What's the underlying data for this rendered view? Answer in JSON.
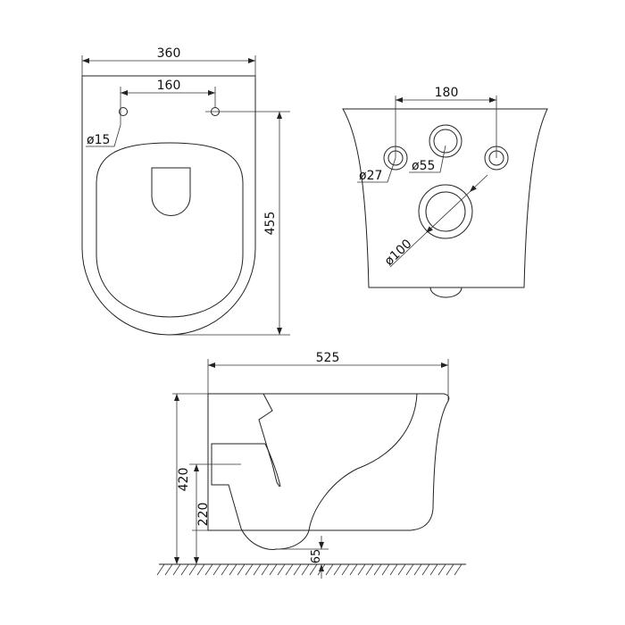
{
  "drawing": {
    "top_view": {
      "width": "360",
      "hole_spacing": "160",
      "hole_diameter": "ø15",
      "length": "455"
    },
    "front_view": {
      "pipe_spacing": "180",
      "inlet_diameter": "ø27",
      "flush_diameter": "ø55",
      "outlet_diameter": "ø100"
    },
    "side_view": {
      "depth": "525",
      "height": "420",
      "outlet_height": "220",
      "bottom_clearance": "65"
    },
    "line_color": "#222222"
  }
}
